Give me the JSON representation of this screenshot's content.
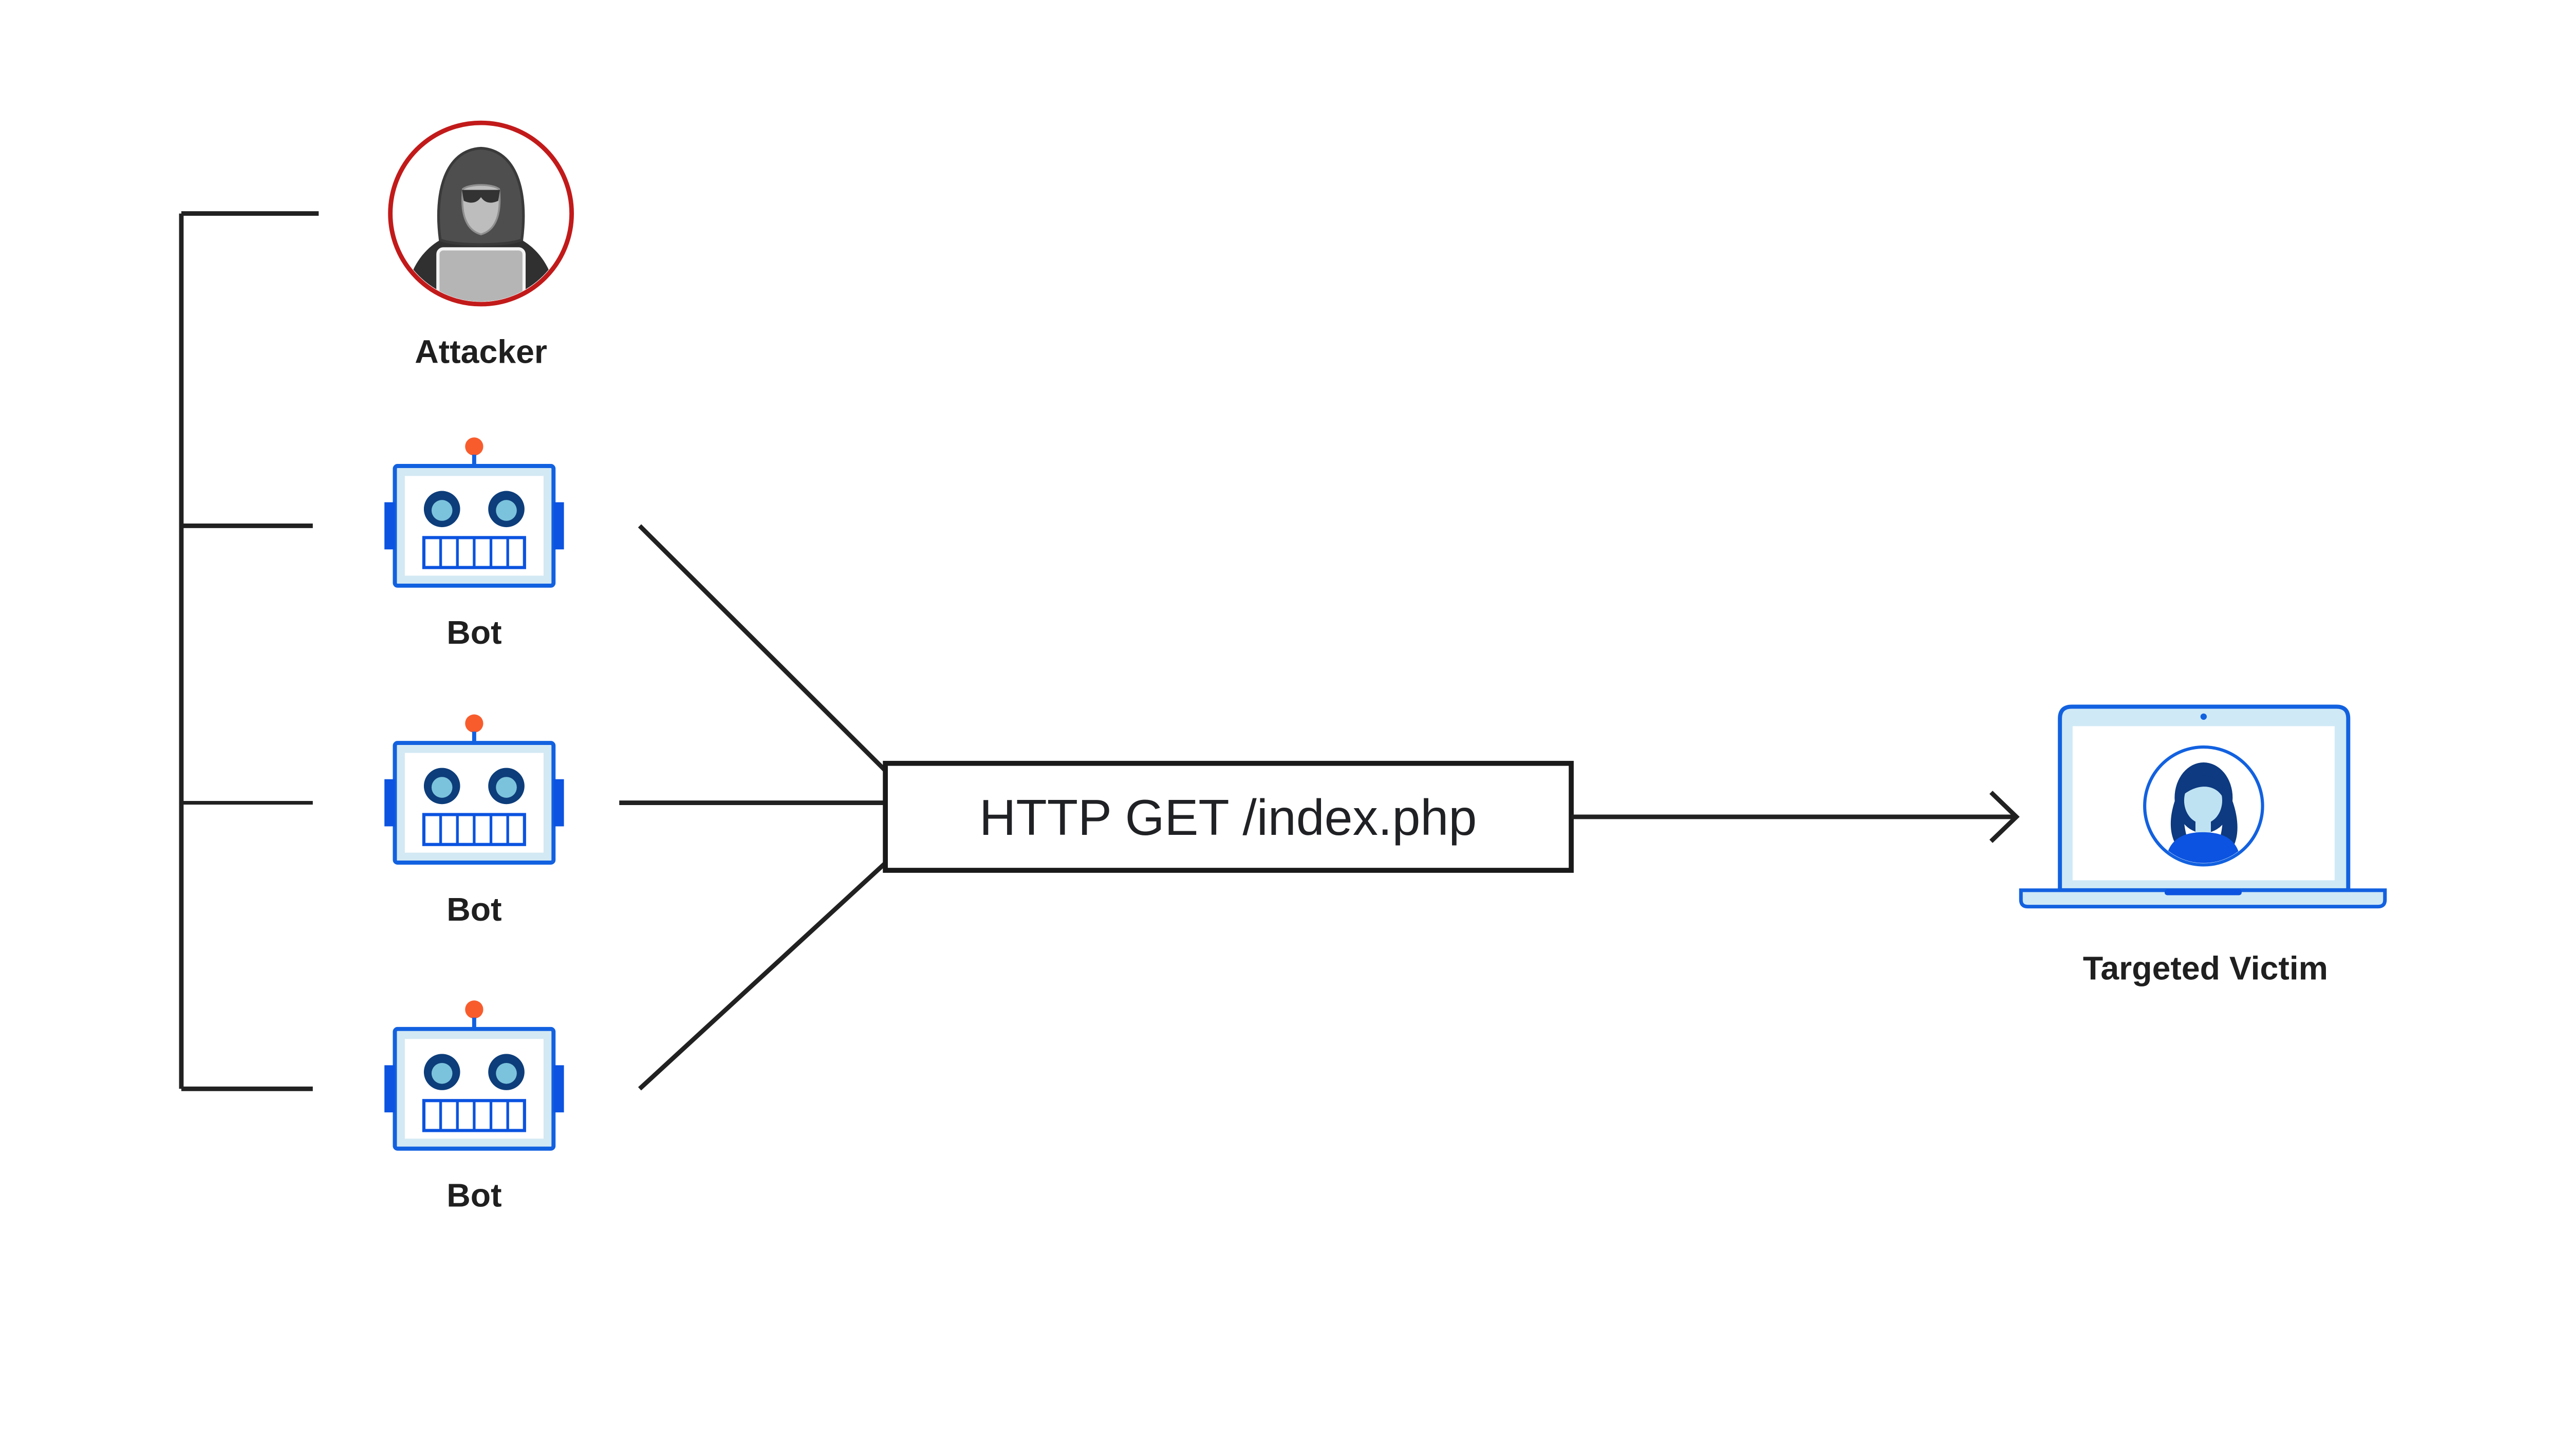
{
  "nodes": {
    "attacker": {
      "label": "Attacker",
      "icon": "hooded-hacker-icon"
    },
    "bots": [
      {
        "label": "Bot",
        "icon": "robot-icon"
      },
      {
        "label": "Bot",
        "icon": "robot-icon"
      },
      {
        "label": "Bot",
        "icon": "robot-icon"
      }
    ],
    "request": {
      "label": "HTTP GET /index.php"
    },
    "victim": {
      "label": "Targeted Victim",
      "icon": "laptop-user-icon"
    }
  },
  "colors": {
    "background": "#ffffff",
    "connector_line": "#212121",
    "label_text": "#1f1f1f",
    "request_box_border": "#1a1a1a",
    "request_box_text": "#202124",
    "bot_border_blue": "#1261e0",
    "bot_dark_blue": "#0b53e0",
    "bot_eye_navy": "#0d3d7a",
    "bot_eye_sky": "#7bc3dc",
    "bot_light_blue_fill": "#d3e9f4",
    "laptop_light_blue_fill": "#cfe9f6",
    "antenna_orange": "#f85c2d",
    "attacker_ring_red": "#c21a1a",
    "attacker_hood_gray": "#4e4e4e",
    "attacker_body_gray": "#303030",
    "attacker_face_gray": "#bdbdbd",
    "attacker_laptop_gray": "#b5b5b5",
    "avatar_hair_navy": "#0d3a80",
    "avatar_skin_blue": "#bfe2f2",
    "avatar_shirt_blue": "#0b53e0"
  }
}
